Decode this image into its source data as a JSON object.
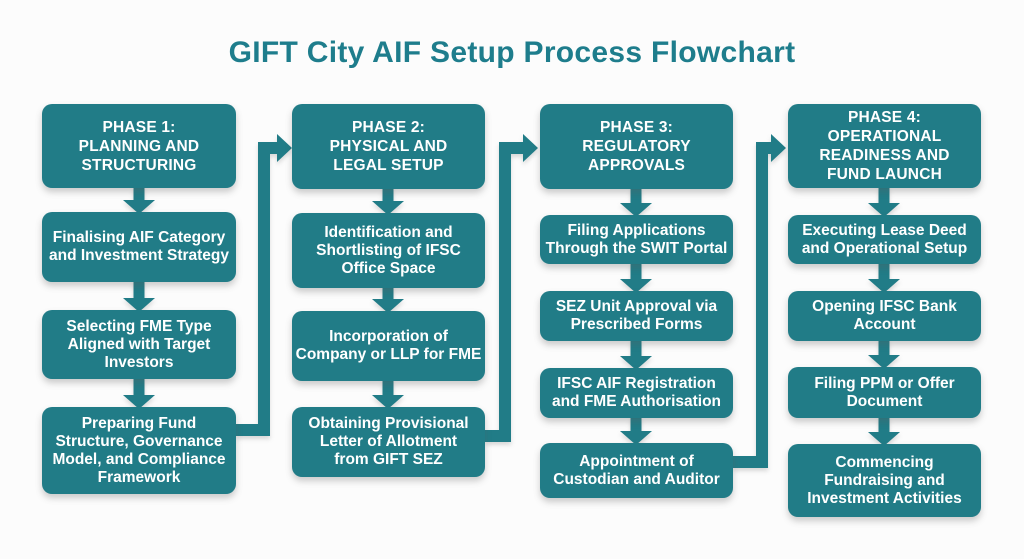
{
  "title": "GIFT City AIF Setup Process Flowchart",
  "colors": {
    "box_fill": "#217C87",
    "arrow_fill": "#217C87",
    "title_text": "#1E7D8C",
    "box_text": "#FFFFFF",
    "background": "#FCFCFC"
  },
  "phases": [
    {
      "header_lines": [
        "PHASE 1:",
        "PLANNING AND",
        "STRUCTURING"
      ],
      "steps": [
        {
          "lines": [
            "Finalising AIF Category",
            "and Investment Strategy"
          ]
        },
        {
          "lines": [
            "Selecting FME Type",
            "Aligned with Target",
            "Investors"
          ]
        },
        {
          "lines": [
            "Preparing Fund",
            "Structure, Governance",
            "Model, and Compliance",
            "Framework"
          ]
        }
      ]
    },
    {
      "header_lines": [
        "PHASE 2:",
        "PHYSICAL AND",
        "LEGAL SETUP"
      ],
      "steps": [
        {
          "lines": [
            "Identification and",
            "Shortlisting of IFSC",
            "Office Space"
          ]
        },
        {
          "lines": [
            "Incorporation of",
            "Company or LLP for FME"
          ]
        },
        {
          "lines": [
            "Obtaining Provisional",
            "Letter of Allotment",
            "from GIFT SEZ"
          ]
        }
      ]
    },
    {
      "header_lines": [
        "PHASE 3:",
        "REGULATORY",
        "APPROVALS"
      ],
      "steps": [
        {
          "lines": [
            "Filing Applications",
            "Through the SWIT Portal"
          ]
        },
        {
          "lines": [
            "SEZ Unit Approval via",
            "Prescribed Forms"
          ]
        },
        {
          "lines": [
            "IFSC AIF Registration",
            "and FME Authorisation"
          ]
        },
        {
          "lines": [
            "Appointment of",
            "Custodian and Auditor"
          ]
        }
      ]
    },
    {
      "header_lines": [
        "PHASE 4:",
        "OPERATIONAL",
        "READINESS AND",
        "FUND LAUNCH"
      ],
      "steps": [
        {
          "lines": [
            "Executing Lease Deed",
            "and Operational Setup"
          ]
        },
        {
          "lines": [
            "Opening IFSC Bank",
            "Account"
          ]
        },
        {
          "lines": [
            "Filing PPM or Offer",
            "Document"
          ]
        },
        {
          "lines": [
            "Commencing",
            "Fundraising and",
            "Investment Activities"
          ]
        }
      ]
    }
  ]
}
